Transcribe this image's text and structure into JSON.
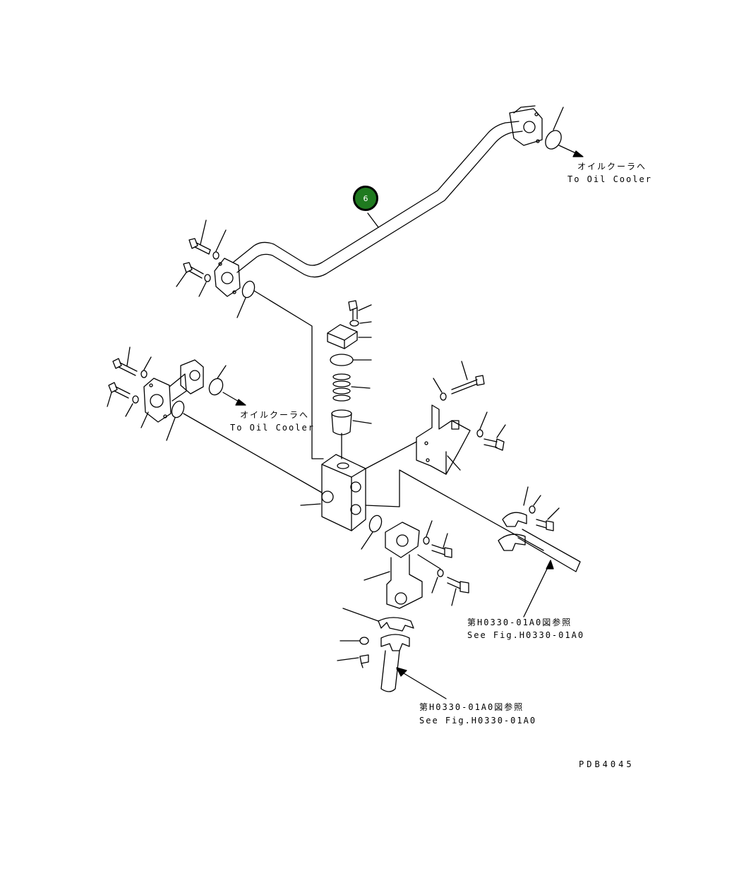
{
  "callout": {
    "number": "6"
  },
  "labels": {
    "to_cooler_jp_top": "オイルクーラへ",
    "to_cooler_en_top": "To Oil Cooler",
    "to_cooler_jp_mid": "オイルクーラへ",
    "to_cooler_en_mid": "To Oil Cooler",
    "see_fig_jp_right": "第H0330-01A0図参照",
    "see_fig_en_right": "See Fig.H0330-01A0",
    "see_fig_jp_bottom": "第H0330-01A0図参照",
    "see_fig_en_bottom": "See Fig.H0330-01A0",
    "drawing_code": "PDB4045"
  },
  "colors": {
    "callout_fill": "#1f7a1f",
    "line": "#000000"
  }
}
